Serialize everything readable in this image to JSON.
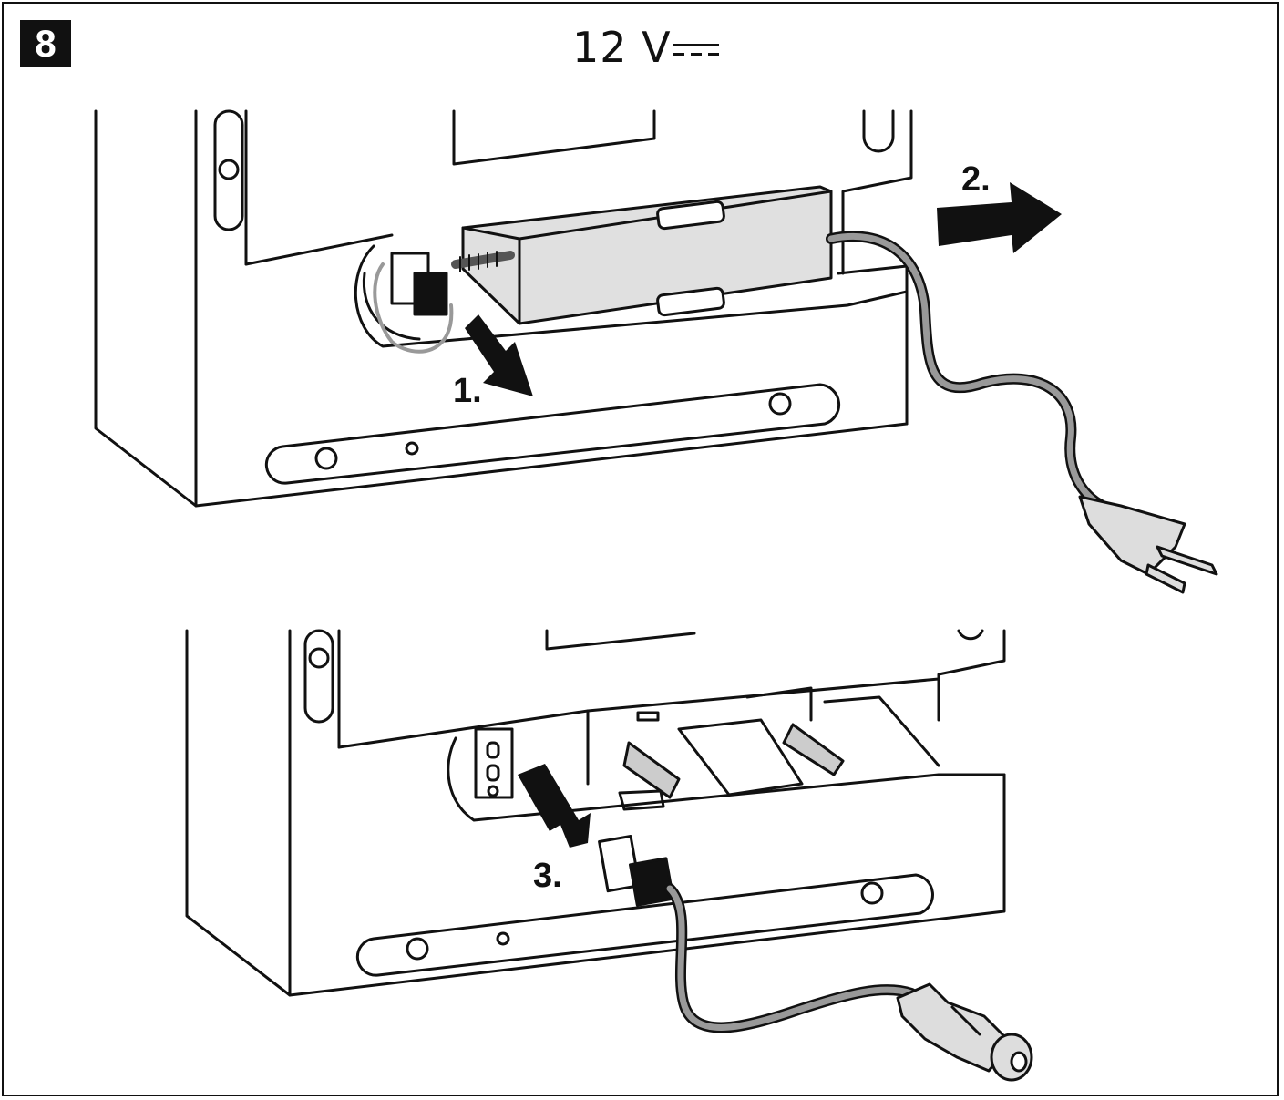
{
  "figure_number": "8",
  "voltage_label": "12 V",
  "voltage_symbol_icon": "dc-current-icon",
  "steps": [
    {
      "label": "1.",
      "icon": "arrow-down-right-icon"
    },
    {
      "label": "2.",
      "icon": "arrow-right-icon"
    },
    {
      "label": "3.",
      "icon": "arrow-up-left-icon"
    }
  ],
  "colors": {
    "line": "#111111",
    "cable": "#999999",
    "box": "#e0e0e0",
    "background": "#ffffff"
  }
}
